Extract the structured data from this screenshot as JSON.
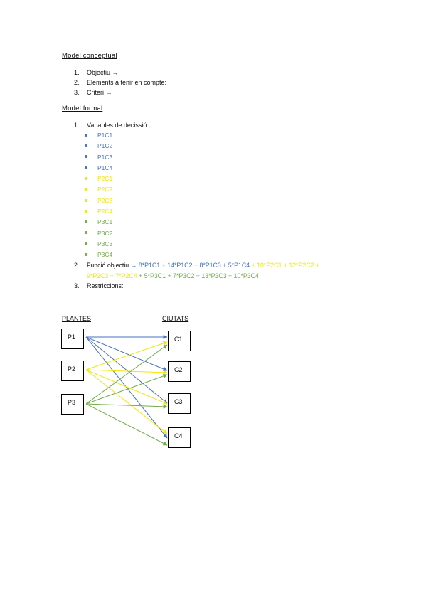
{
  "model_conceptual": {
    "heading": "Model conceptual",
    "items": [
      {
        "num": "1.",
        "text": "Objectiu →"
      },
      {
        "num": "2.",
        "text": "Elements a tenir en compte:"
      },
      {
        "num": "3.",
        "text": "Criteri →"
      }
    ]
  },
  "model_formal": {
    "heading": "Model formal",
    "variables": {
      "num": "1.",
      "label": "Variables de decissió:"
    },
    "vars": [
      {
        "text": "P1C1",
        "color": "#4472c4"
      },
      {
        "text": "P1C2",
        "color": "#4472c4"
      },
      {
        "text": "P1C3",
        "color": "#4472c4"
      },
      {
        "text": "P1C4",
        "color": "#4472c4"
      },
      {
        "text": "P2C1",
        "color": "#f2e600"
      },
      {
        "text": "P2C2",
        "color": "#f2e600"
      },
      {
        "text": "P2C3",
        "color": "#f2e600"
      },
      {
        "text": "P2C4",
        "color": "#f2e600"
      },
      {
        "text": "P3C1",
        "color": "#70ad47"
      },
      {
        "text": "P3C2",
        "color": "#70ad47"
      },
      {
        "text": "P3C3",
        "color": "#70ad47"
      },
      {
        "text": "P3C4",
        "color": "#70ad47"
      }
    ],
    "objective": {
      "num": "2.",
      "label": "Funció objectiu",
      "blue_part": " → 8*P1C1 + 14*P1C2 + 8*P1C3 + 5*P1C4",
      "yellow_part1": " + 10*P2C1 + 12*P2C2 +",
      "yellow_part2": "9*P2C3 + 7*P2C4",
      "green_part": " + 5*P3C1 + 7*P3C2 + 13*P3C3 + 10*P3C4"
    },
    "restrictions": {
      "num": "3.",
      "label": "Restriccions:"
    }
  },
  "diagram": {
    "plants_heading": "PLANTES",
    "cities_heading": "CIUTATS",
    "plants": [
      "P1",
      "P2",
      "P3"
    ],
    "cities": [
      "C1",
      "C2",
      "C3",
      "C4"
    ],
    "colors": {
      "P1": "#4472c4",
      "P2": "#f2e600",
      "P3": "#70ad47"
    }
  }
}
